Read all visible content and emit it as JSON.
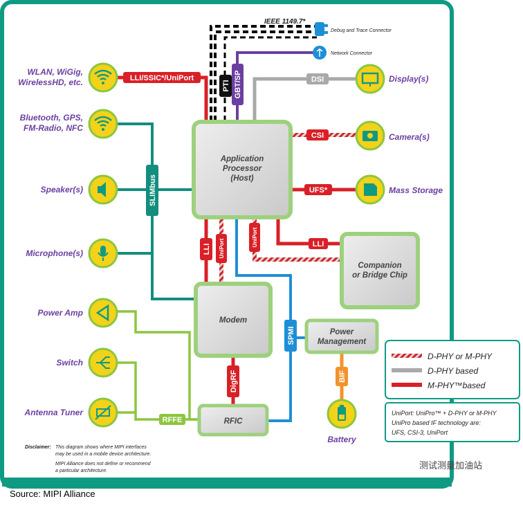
{
  "ieee_label": "IEEE 1149.7*",
  "debug_label": "Debug and Trace Connector",
  "network_label": "Network Connector",
  "left_devices": {
    "wlan": [
      "WLAN, WiGig,",
      "WirelessHD, etc."
    ],
    "bluetooth": [
      "Bluetooth, GPS,",
      "FM-Radio, NFC"
    ],
    "speaker": "Speaker(s)",
    "microphone": "Microphone(s)",
    "power_amp": "Power Amp",
    "switch": "Switch",
    "antenna": "Antenna Tuner"
  },
  "right_devices": {
    "display": "Display(s)",
    "camera": "Camera(s)",
    "storage": "Mass Storage",
    "battery": "Battery"
  },
  "boxes": {
    "app_processor": [
      "Application",
      "Processor",
      "(Host)"
    ],
    "companion": [
      "Companion",
      "or Bridge Chip"
    ],
    "modem": "Modem",
    "power_mgmt": [
      "Power",
      "Management"
    ],
    "rfic": "RFIC"
  },
  "buses": {
    "lli_ssic": "LLI/SSIC*/UniPort",
    "pti": "PTI",
    "gbt_sp": "GBT/SP",
    "dsi": "DSI",
    "csi": "CSI",
    "ufs": "UFS*",
    "lli_right": "LLI",
    "slimbus": "SLIMbus",
    "lli_left": "LLI",
    "uniport_left": "UniPort",
    "uniport_right": "UniPort",
    "spmi": "SPMI",
    "digrf": "DigRF",
    "rffe": "RFFE",
    "bif": "BIF"
  },
  "legend": {
    "dphy_mphy": "D-PHY or M-PHY",
    "dphy": "D-PHY based",
    "mphy": "M-PHY™based"
  },
  "uniport_note": [
    "UniPort: UniPro™ + D-PHY or M-PHY",
    "UniPro based IF technology are:",
    "UFS, CSI-3, UniPort"
  ],
  "disclaimer": [
    "Disclaimer:",
    "This diagram shows where MIPI interfaces",
    "may be used in a mobile device architecture.",
    "MIPI Alliance does not define or recommend",
    "a particular architecture."
  ],
  "source": "Source: MIPI Alliance",
  "watermark": "测试测量加油站",
  "colors": {
    "frame": "#0f9a84",
    "red": "#d92027",
    "gray": "#a9a9a9",
    "purple": "#6b3fa0",
    "teal": "#138d7e",
    "green": "#8cc63f",
    "blue": "#1d8fd6",
    "orange": "#f2932b",
    "yellow": "#f3d21a",
    "box_fill": "#dcdcdc",
    "box_border": "#9ed07e"
  }
}
